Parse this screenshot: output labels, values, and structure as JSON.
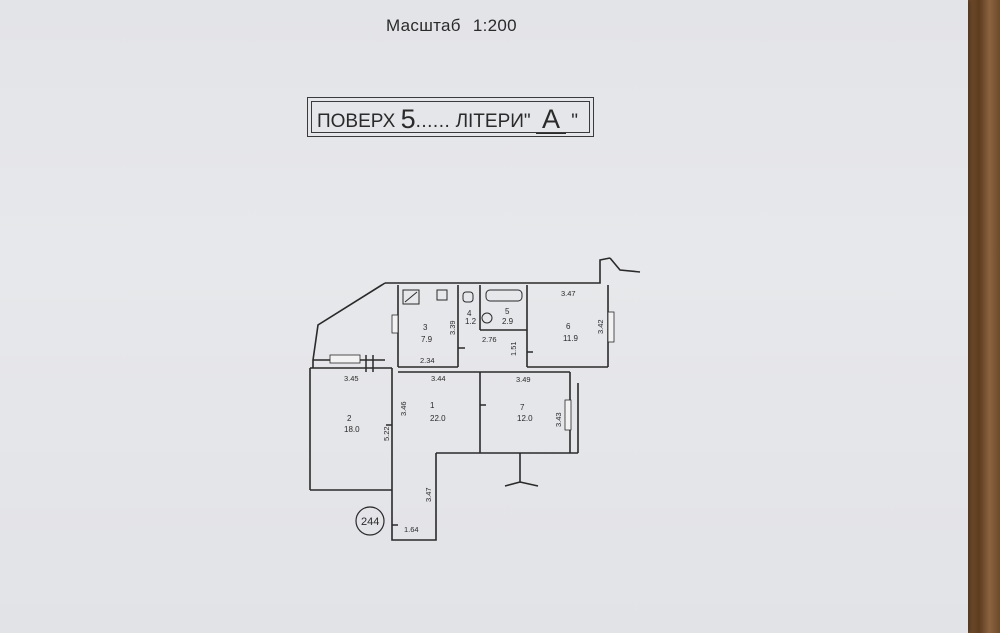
{
  "header": {
    "scale_label": "Масштаб",
    "scale_value": "1:200"
  },
  "floor_box": {
    "floor_word": "ПОВЕРХ",
    "floor_number": "5",
    "dots": "......",
    "letter_word": "ЛІТЕРИ",
    "open_quote": "\"",
    "letter": "А",
    "close_quote": "\""
  },
  "plan": {
    "sheet_number": "244",
    "rooms": [
      {
        "number": "1",
        "area": "22.0"
      },
      {
        "number": "2",
        "area": "18.0"
      },
      {
        "number": "3",
        "area": "7.9"
      },
      {
        "number": "4",
        "area": "1.2"
      },
      {
        "number": "5",
        "area": "2.9"
      },
      {
        "number": "6",
        "area": "11.9"
      },
      {
        "number": "7",
        "area": "12.0"
      }
    ],
    "dimensions": {
      "d_347_top": "3.47",
      "d_342": "3.42",
      "d_339": "3.39",
      "d_234": "2.34",
      "d_276": "2.76",
      "d_151": "1.51",
      "d_345": "3.45",
      "d_344": "3.44",
      "d_349": "3.49",
      "d_346": "3.46",
      "d_522": "5.22",
      "d_343": "3.43",
      "d_347_bottom": "3.47",
      "d_164": "1.64"
    }
  }
}
